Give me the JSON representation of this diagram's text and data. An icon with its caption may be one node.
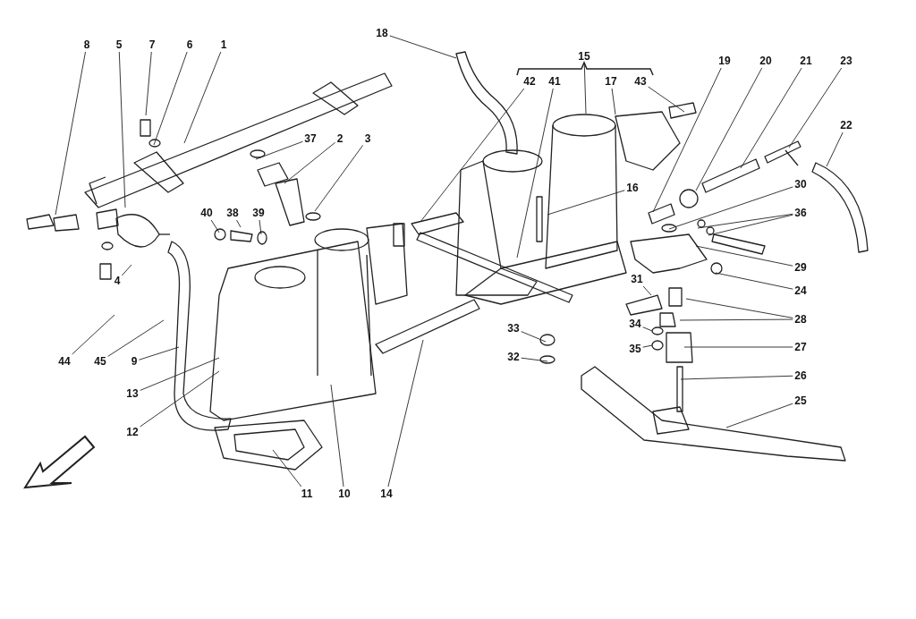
{
  "diagram": {
    "nodes": [
      {
        "text": [
          "18"
        ]
      },
      {
        "text": [
          "15"
        ]
      },
      {
        "text": [
          "8"
        ]
      },
      {
        "text": [
          "5"
        ]
      },
      {
        "text": [
          "7"
        ]
      },
      {
        "text": [
          "6"
        ]
      },
      {
        "text": [
          "1"
        ]
      },
      {
        "text": [
          "19"
        ]
      },
      {
        "text": [
          "20"
        ]
      },
      {
        "text": [
          "21"
        ]
      },
      {
        "text": [
          "23"
        ]
      },
      {
        "text": [
          "42"
        ]
      },
      {
        "text": [
          "41"
        ]
      },
      {
        "text": [
          "17"
        ]
      },
      {
        "text": [
          "43"
        ]
      },
      {
        "text": [
          "22"
        ]
      },
      {
        "text": [
          "37"
        ]
      },
      {
        "text": [
          "2"
        ]
      },
      {
        "text": [
          "3"
        ]
      },
      {
        "text": [
          "30"
        ]
      },
      {
        "text": [
          "16"
        ]
      },
      {
        "text": [
          "40"
        ]
      },
      {
        "text": [
          "38"
        ]
      },
      {
        "text": [
          "39"
        ]
      },
      {
        "text": [
          "36"
        ]
      },
      {
        "text": [
          "29"
        ]
      },
      {
        "text": [
          "4"
        ]
      },
      {
        "text": [
          "31"
        ]
      },
      {
        "text": [
          "24"
        ]
      },
      {
        "text": [
          "28"
        ]
      },
      {
        "text": [
          "34"
        ]
      },
      {
        "text": [
          "33"
        ]
      },
      {
        "text": [
          "27"
        ]
      },
      {
        "text": [
          "35"
        ]
      },
      {
        "text": [
          "32"
        ]
      },
      {
        "text": [
          "44"
        ]
      },
      {
        "text": [
          "45"
        ]
      },
      {
        "text": [
          "9"
        ]
      },
      {
        "text": [
          "26"
        ]
      },
      {
        "text": [
          "13"
        ]
      },
      {
        "text": [
          "25"
        ]
      },
      {
        "text": [
          "12"
        ]
      },
      {
        "text": [
          "11"
        ]
      },
      {
        "text": [
          "10"
        ]
      },
      {
        "text": [
          "14"
        ]
      }
    ],
    "edges": [
      {
        "from": 0,
        "to": null,
        "arrow": "none"
      },
      {
        "from": 1,
        "to": null,
        "arrow": "none"
      },
      {
        "from": 2,
        "to": null,
        "arrow": "none"
      },
      {
        "from": 3,
        "to": null,
        "arrow": "none"
      },
      {
        "from": 4,
        "to": null,
        "arrow": "none"
      },
      {
        "from": 5,
        "to": null,
        "arrow": "none"
      },
      {
        "from": 6,
        "to": null,
        "arrow": "none"
      },
      {
        "from": 7,
        "to": null,
        "arrow": "none"
      },
      {
        "from": 8,
        "to": null,
        "arrow": "none"
      },
      {
        "from": 9,
        "to": null,
        "arrow": "none"
      },
      {
        "from": 10,
        "to": null,
        "arrow": "none"
      },
      {
        "from": 11,
        "to": null,
        "arrow": "none"
      },
      {
        "from": 12,
        "to": null,
        "arrow": "none"
      },
      {
        "from": 13,
        "to": null,
        "arrow": "none"
      },
      {
        "from": 14,
        "to": null,
        "arrow": "none"
      },
      {
        "from": 15,
        "to": null,
        "arrow": "none"
      },
      {
        "from": 16,
        "to": null,
        "arrow": "none"
      },
      {
        "from": 17,
        "to": null,
        "arrow": "none"
      },
      {
        "from": 18,
        "to": null,
        "arrow": "none"
      },
      {
        "from": 19,
        "to": null,
        "arrow": "none"
      },
      {
        "from": 20,
        "to": null,
        "arrow": "none"
      },
      {
        "from": 21,
        "to": null,
        "arrow": "none"
      },
      {
        "from": 22,
        "to": null,
        "arrow": "none"
      },
      {
        "from": 23,
        "to": null,
        "arrow": "none"
      },
      {
        "from": 24,
        "to": null,
        "arrow": "none"
      },
      {
        "from": 24,
        "to": null,
        "arrow": "none"
      },
      {
        "from": 25,
        "to": null,
        "arrow": "none"
      },
      {
        "from": 26,
        "to": null,
        "arrow": "none"
      },
      {
        "from": 27,
        "to": null,
        "arrow": "none"
      },
      {
        "from": 28,
        "to": null,
        "arrow": "none"
      },
      {
        "from": 29,
        "to": null,
        "arrow": "none"
      },
      {
        "from": 29,
        "to": null,
        "arrow": "none"
      },
      {
        "from": 30,
        "to": null,
        "arrow": "none"
      },
      {
        "from": 31,
        "to": null,
        "arrow": "none"
      },
      {
        "from": 32,
        "to": null,
        "arrow": "none"
      },
      {
        "from": 33,
        "to": null,
        "arrow": "none"
      },
      {
        "from": 34,
        "to": null,
        "arrow": "none"
      },
      {
        "from": 35,
        "to": null,
        "arrow": "none"
      },
      {
        "from": 36,
        "to": null,
        "arrow": "none"
      },
      {
        "from": 37,
        "to": null,
        "arrow": "none"
      },
      {
        "from": 38,
        "to": null,
        "arrow": "none"
      },
      {
        "from": 39,
        "to": null,
        "arrow": "none"
      },
      {
        "from": 40,
        "to": null,
        "arrow": "none"
      },
      {
        "from": 41,
        "to": null,
        "arrow": "none"
      },
      {
        "from": 42,
        "to": null,
        "arrow": "none"
      },
      {
        "from": 43,
        "to": null,
        "arrow": "none"
      },
      {
        "from": 44,
        "to": null,
        "arrow": "none"
      }
    ]
  }
}
